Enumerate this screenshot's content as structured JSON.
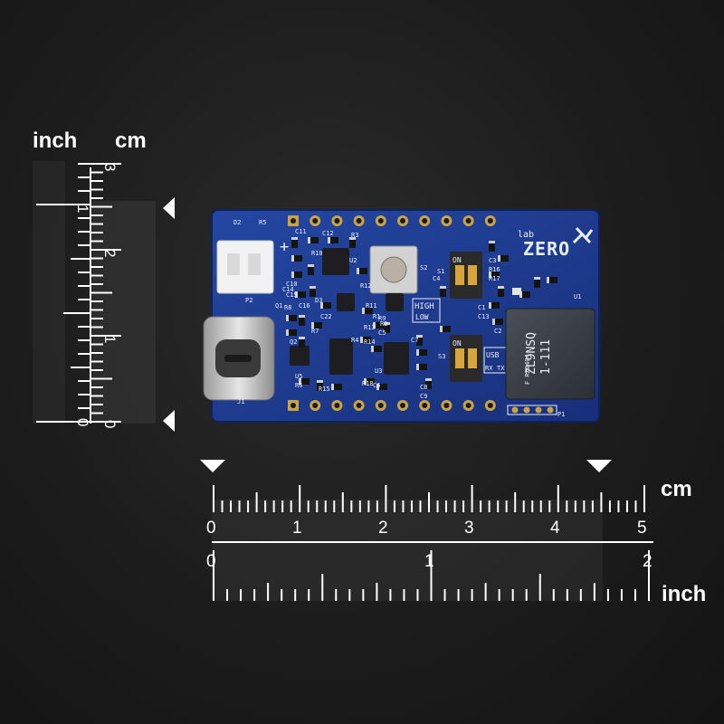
{
  "vertical_ruler": {
    "unit_inch": "inch",
    "unit_cm": "cm",
    "inch_labels": [
      "1",
      "0"
    ],
    "cm_labels": [
      "3",
      "2",
      "1",
      "0"
    ]
  },
  "horizontal_ruler": {
    "unit_cm": "cm",
    "unit_inch": "inch",
    "cm_labels": [
      "0",
      "1",
      "2",
      "3",
      "4",
      "5"
    ],
    "inch_labels": [
      "0",
      "1",
      "2"
    ]
  },
  "board": {
    "logo": "ZERO",
    "logo_small": "lab",
    "module_text": [
      "ZL9NSQ",
      "1-111"
    ],
    "module_corner": "F RZ2404",
    "switch_mode_labels": [
      "HIGH",
      "LOW"
    ],
    "switch_port_labels": [
      "USB",
      "RX",
      "TX"
    ],
    "switch_on_label": "ON",
    "component_labels": [
      "D2",
      "R5",
      "P2",
      "C11",
      "C12",
      "C14",
      "R10",
      "U2",
      "R3",
      "S2",
      "S1",
      "C3",
      "R16",
      "R17",
      "R8",
      "C10",
      "C15",
      "Q1",
      "C16",
      "D3",
      "R12",
      "C4",
      "C13",
      "C1",
      "C2",
      "U1",
      "R9",
      "R11",
      "C22",
      "R13",
      "R14",
      "C6",
      "C7",
      "C5",
      "R1",
      "R4",
      "R2",
      "Q2",
      "U5",
      "R6",
      "R15",
      "R18",
      "U3",
      "C8",
      "C9",
      "S3",
      "P1",
      "J1",
      "R7"
    ],
    "plus_mark": "+"
  },
  "colors": {
    "background": "#1c1c1c",
    "pcb_blue": "#1b3a8e",
    "ruler_white": "#ffffff",
    "pad_gold": "#c9a444"
  }
}
